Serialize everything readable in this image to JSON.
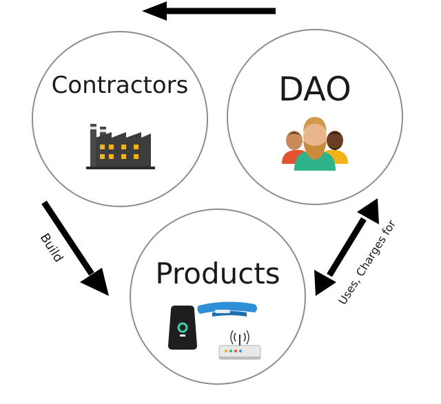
{
  "diagram": {
    "nodes": {
      "contractors": {
        "label": "Contractors",
        "icon": "factory-icon"
      },
      "dao": {
        "label": "DAO",
        "icon": "people-group-icon"
      },
      "products": {
        "label": "Products",
        "icons": [
          "smart-speaker-icon",
          "fitness-band-icon",
          "wifi-router-icon"
        ]
      }
    },
    "edges": {
      "build": {
        "label": "Build"
      },
      "uses_charges_for": {
        "label": "Uses, Charges for"
      }
    },
    "colors": {
      "circle_stroke": "#8c8c8c",
      "arrow": "#000000",
      "text": "#1a1a1a"
    }
  }
}
